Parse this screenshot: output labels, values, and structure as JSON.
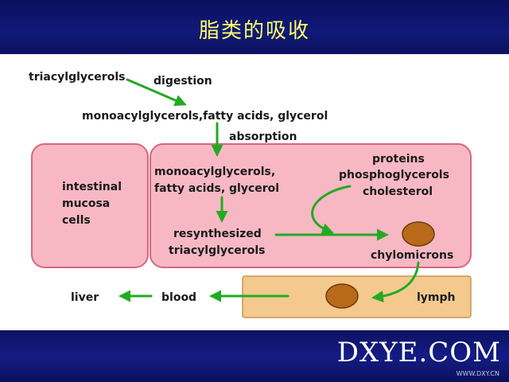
{
  "title": "脂类的吸收",
  "footer": {
    "brand": "DXYE.COM",
    "brand_sub": "WWW.DXY.CN"
  },
  "diagram": {
    "triacylglycerols": "triacylglycerols",
    "digestion": "digestion",
    "products": "monoacylglycerols,fatty acids, glycerol",
    "absorption": "absorption",
    "mucosa_lines": [
      "intestinal",
      "mucosa",
      "cells"
    ],
    "absorbed_lines": [
      "monoacylglycerols,",
      "fatty acids, glycerol"
    ],
    "added_lines": [
      "proteins",
      "phosphoglycerols",
      "cholesterol"
    ],
    "resynth_lines": [
      "resynthesized",
      "triacylglycerols"
    ],
    "chylomicrons": "chylomicrons",
    "liver": "liver",
    "blood": "blood",
    "lymph": "lymph"
  },
  "colors": {
    "cell_fill": "#f7b8c4",
    "cell_stroke": "#d9667e",
    "lymph_fill": "#f3c98e",
    "lymph_stroke": "#c89550",
    "arrow": "#22aa22",
    "particle": "#b86a1a"
  }
}
